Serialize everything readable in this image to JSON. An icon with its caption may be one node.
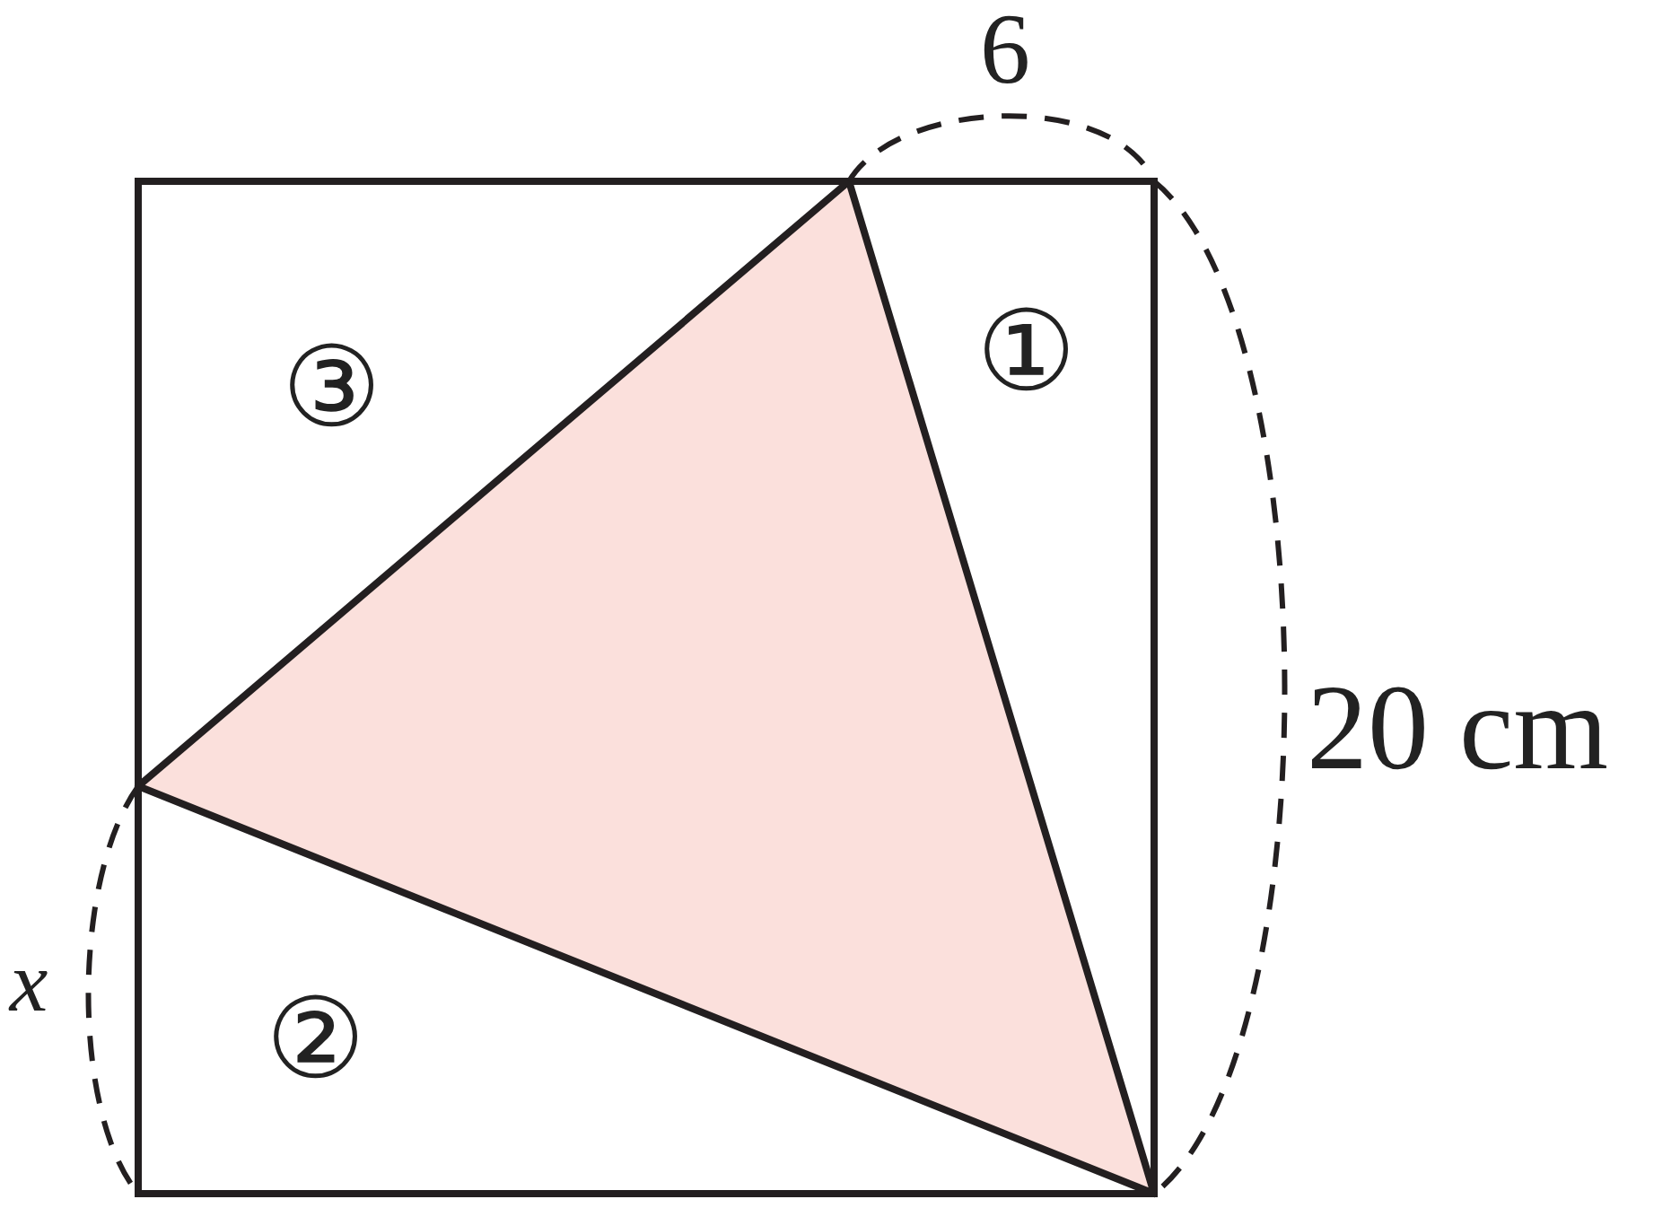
{
  "diagram": {
    "labels": [
      "6",
      "①",
      "③",
      "20 cm",
      "x",
      "②"
    ]
  }
}
